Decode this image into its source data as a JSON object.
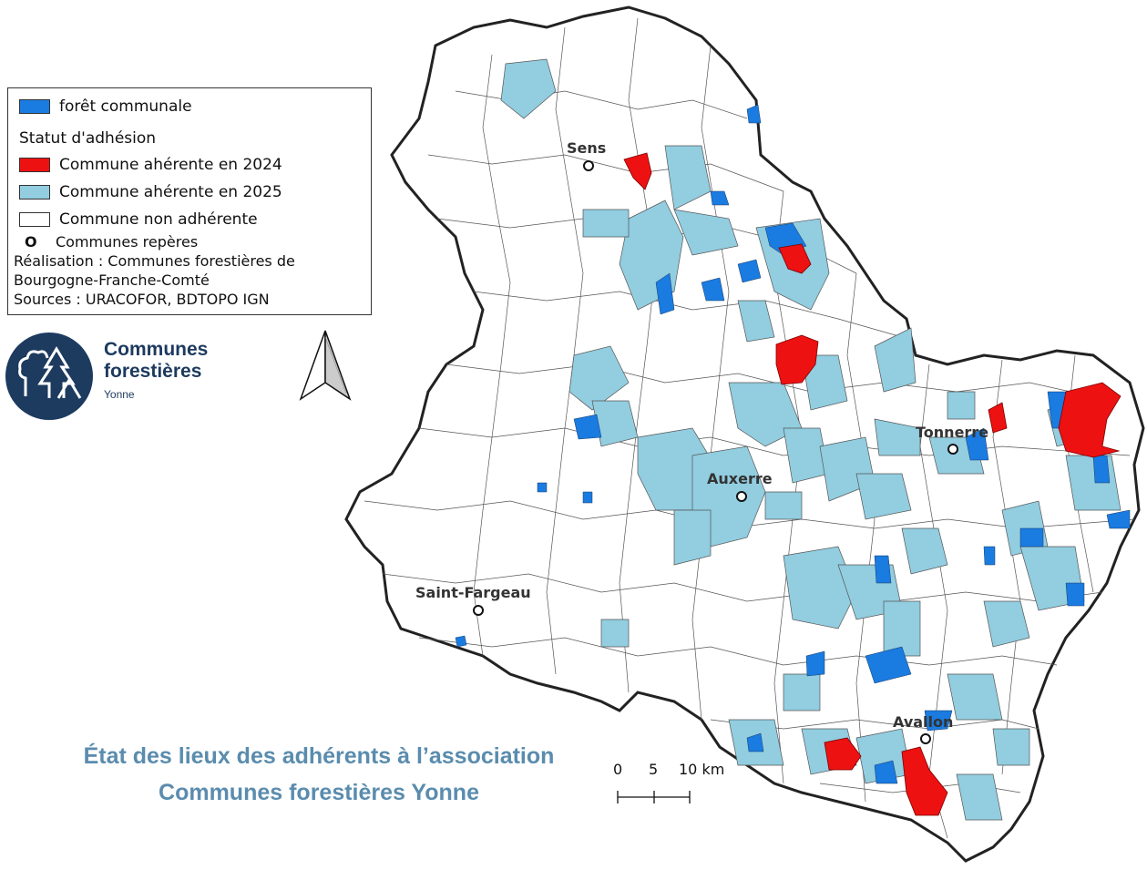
{
  "legend": {
    "forest_label": "forêt communale",
    "status_heading": "Statut d'adhésion",
    "member_2024_label": "Commune ahérente en 2024",
    "member_2025_label": "Commune ahérente en 2025",
    "non_member_label": "Commune non adhérente",
    "landmark_marker": "O",
    "landmark_label": "Communes repères",
    "credit_line1": "Réalisation : Communes forestières de",
    "credit_line2": "Bourgogne-Franche-Comté",
    "sources": "Sources : URACOFOR, BDTOPO IGN"
  },
  "colors": {
    "forest": "#1a7be0",
    "member_2024": "#ee1111",
    "member_2025": "#92cde0",
    "non_member": "#ffffff",
    "border": "#222222",
    "logo": "#1d3a5f",
    "title": "#5a8cae"
  },
  "logo": {
    "line1": "Communes",
    "line2": "forestières",
    "line3": "Yonne",
    "icon": "tree-logo-icon"
  },
  "north_arrow_icon": "north-arrow-icon",
  "towns": [
    {
      "name": "Sens"
    },
    {
      "name": "Tonnerre"
    },
    {
      "name": "Auxerre"
    },
    {
      "name": "Saint-Fargeau"
    },
    {
      "name": "Avallon"
    }
  ],
  "scale": {
    "label_0": "0",
    "label_5": "5",
    "label_10": "10 km"
  },
  "title": {
    "line1": "État des lieux des adhérents à l’association",
    "line2": "Communes forestières Yonne"
  }
}
